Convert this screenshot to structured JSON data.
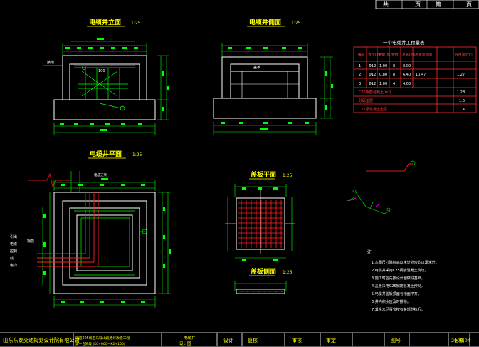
{
  "header_cells": [
    "共",
    "页",
    "第",
    "页"
  ],
  "views": {
    "elevation": {
      "title": "电缆井立面",
      "scale": "1:25",
      "label_left": "接地",
      "label_mid": "100"
    },
    "side": {
      "title": "电缆井侧面",
      "scale": "1:25",
      "label_top": "盖板"
    },
    "plan": {
      "title": "电缆井平面",
      "scale": "1:25",
      "label_top": "电缆支架",
      "side_labels": [
        "引出",
        "电缆",
        "控制",
        "线",
        "电力"
      ],
      "label_inner": "钢筋"
    },
    "cover_plan": {
      "title": "盖板平面",
      "scale": "1:25"
    },
    "cover_section": {
      "title": "盖板侧面",
      "scale": "1:25"
    }
  },
  "table": {
    "title": "一个电缆井工程量表",
    "headers": [
      "编号",
      "直径(mm)",
      "长度(m)",
      "根数",
      "总长(m)",
      "总重量(kg)",
      "砼用量(m³)"
    ],
    "rows": [
      [
        "1",
        "Φ12",
        "1.00",
        "8",
        "8.00",
        "",
        ""
      ],
      [
        "2",
        "Φ12",
        "0.80",
        "8",
        "6.40",
        "13.47",
        "1.27"
      ],
      [
        "3",
        "Φ12",
        "1.00",
        "4",
        "4.00",
        "",
        ""
      ],
      [
        "",
        "C25钢筋混凝土(m³)",
        "",
        "",
        "",
        "",
        "1.28"
      ],
      [
        "",
        "砂砾垫层",
        "",
        "",
        "",
        "",
        "1.6"
      ],
      [
        "",
        "C15素混凝土垫层",
        "",
        "",
        "",
        "",
        "1.4"
      ]
    ]
  },
  "notes": {
    "heading": "注",
    "items": [
      "1.本图尺寸除标高以米计外余均以毫米计。",
      "2.电缆井采用C25钢筋混凝土浇筑。",
      "3.施工时应先按设计图做好基础。",
      "4.盖板采用C25钢筋混凝土预制。",
      "5.电缆井盖板顶面与地面平齐。",
      "6.井内积水应及时排除。",
      "7.其余未尽事宜按有关规范执行。"
    ]
  },
  "title_block": {
    "company": "山东东泰交通规划设计院有限公司",
    "project": "国道205线至马鞍山段路灯改造工程",
    "project_sub": "第一合同段 (K0+000—K2+100)",
    "drawing_name_1": "电缆井",
    "drawing_name_2": "设计图",
    "design": "设计",
    "check": "复核",
    "review": "审核",
    "approve": "审定",
    "drawing_no_label": "图号",
    "date_label": "日期",
    "date": "2006.04"
  },
  "colors": {
    "background": "#000000",
    "dimension": "#00ff00",
    "outline": "#ffffff",
    "title": "#ffff00",
    "rebar": "#ff2020",
    "table_line": "#ff3030",
    "accent": "#ff00ff"
  }
}
